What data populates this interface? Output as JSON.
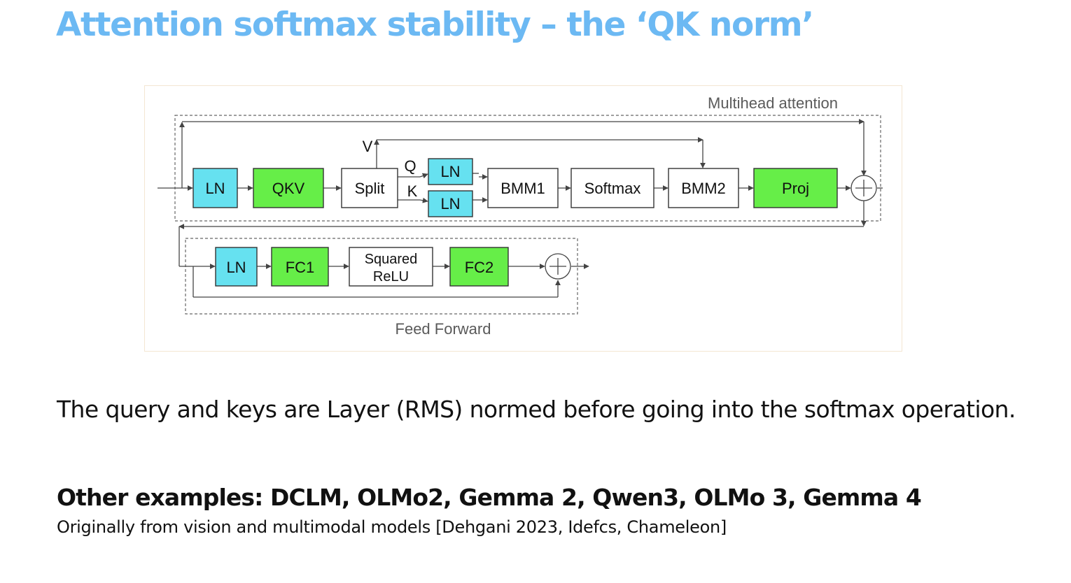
{
  "slide": {
    "title": "Attention softmax stability – the ‘QK norm’",
    "body": "The query and keys are Layer (RMS) normed before going into the softmax operation.",
    "other_examples": "Other examples: DCLM, OLMo2, Gemma 2, Qwen3, OLMo 3, Gemma 4",
    "origin_note": "Originally from vision and multimodal models [Dehgani 2023, Idefcs, Chameleon]"
  },
  "diagram": {
    "attention_label": "Multihead attention",
    "ffn_label": "Feed Forward",
    "blocks": {
      "ln1": "LN",
      "qkv": "QKV",
      "split": "Split",
      "ln_q": "LN",
      "ln_k": "LN",
      "bmm1": "BMM1",
      "softmax": "Softmax",
      "bmm2": "BMM2",
      "proj": "Proj",
      "ln2": "LN",
      "fc1": "FC1",
      "relu_line1": "Squared",
      "relu_line2": "ReLU",
      "fc2": "FC2"
    },
    "arrow_labels": {
      "v": "V",
      "q": "Q",
      "k": "K"
    },
    "colors": {
      "norm_block": "#66e1f0",
      "linear_block": "#66ee48",
      "plain_block": "#ffffff",
      "border": "#333333",
      "dashed_frame": "#666666",
      "caption_text": "#5a5a5a"
    }
  }
}
